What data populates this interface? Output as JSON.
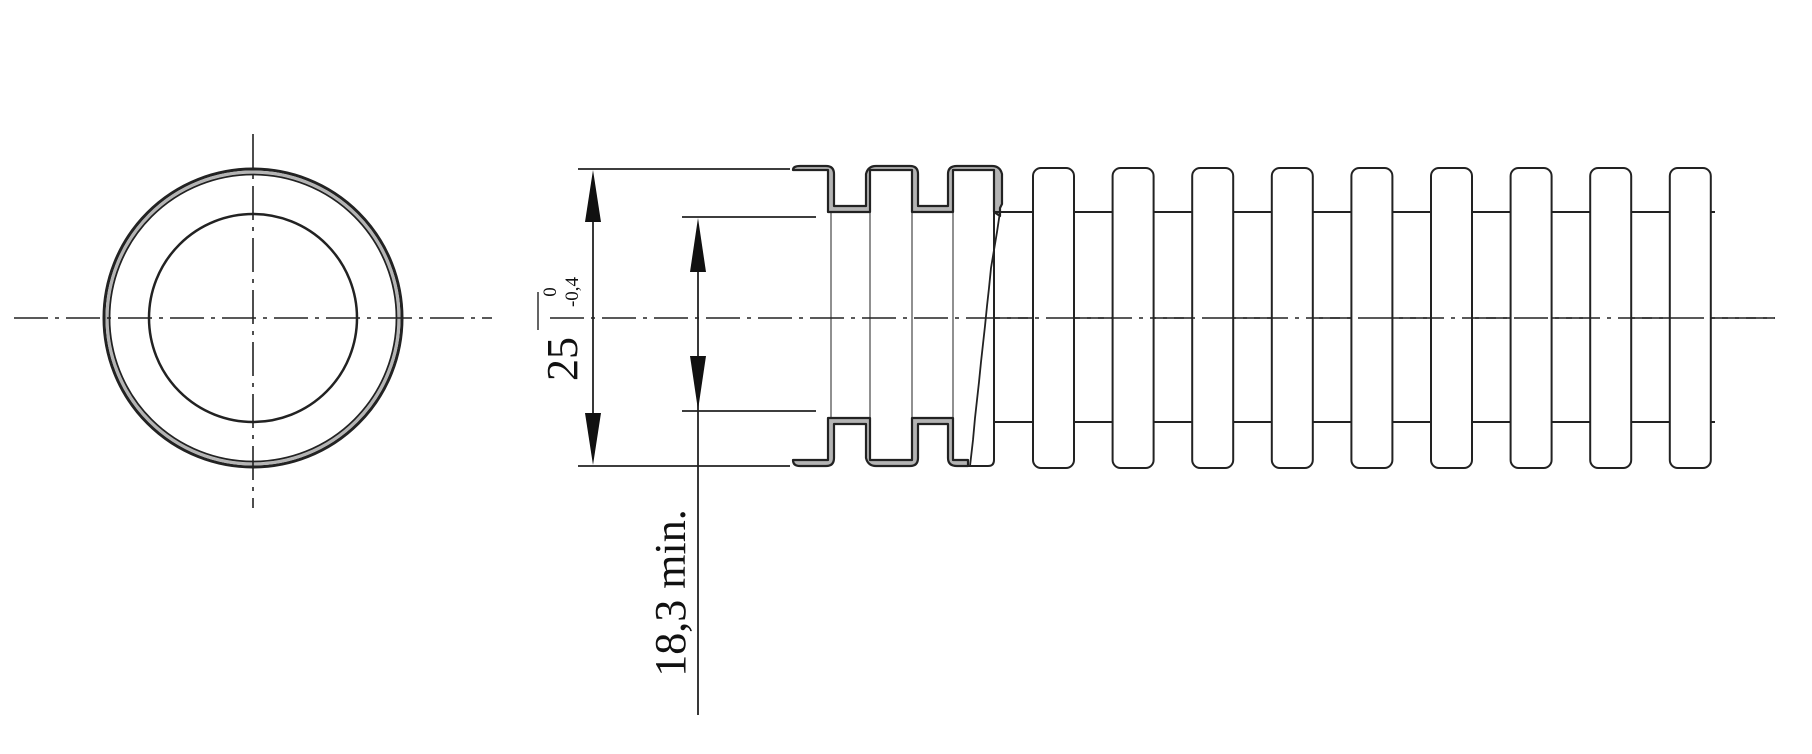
{
  "dimensions": {
    "outer": {
      "value": "25",
      "tol_upper": "0",
      "tol_lower": "-0,4"
    },
    "inner": {
      "value": "18,3 min."
    }
  },
  "colors": {
    "line": "#222222",
    "wall_fill": "#b4b4b4",
    "background": "#ffffff"
  },
  "corrugations": {
    "count": 9
  }
}
